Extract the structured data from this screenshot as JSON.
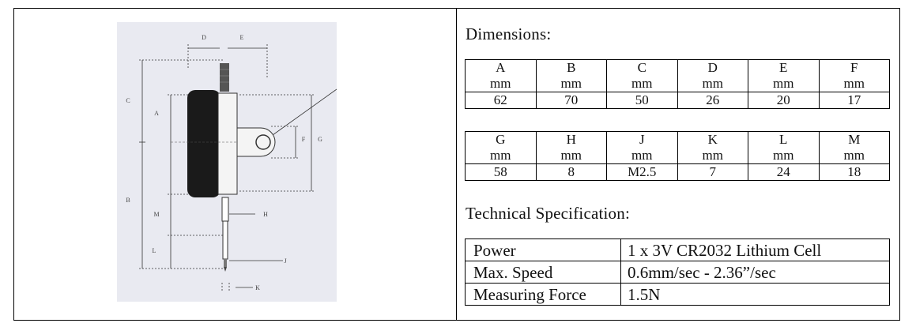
{
  "figure": {
    "labels": [
      "D",
      "E",
      "C",
      "A",
      "F",
      "G",
      "B",
      "M",
      "H",
      "L",
      "J",
      "K"
    ]
  },
  "dimensions": {
    "heading": "Dimensions:",
    "table1": {
      "letters": [
        "A",
        "B",
        "C",
        "D",
        "E",
        "F"
      ],
      "unit": "mm",
      "values": [
        "62",
        "70",
        "50",
        "26",
        "20",
        "17"
      ]
    },
    "table2": {
      "letters": [
        "G",
        "H",
        "J",
        "K",
        "L",
        "M"
      ],
      "unit": "mm",
      "values": [
        "58",
        "8",
        "M2.5",
        "7",
        "24",
        "18"
      ]
    }
  },
  "technical": {
    "heading": "Technical Specification:",
    "rows": [
      {
        "key": "Power",
        "value": "1 x 3V CR2032 Lithium Cell"
      },
      {
        "key": "Max. Speed",
        "value": "0.6mm/sec - 2.36”/sec"
      },
      {
        "key": "Measuring Force",
        "value": "1.5N"
      }
    ]
  }
}
